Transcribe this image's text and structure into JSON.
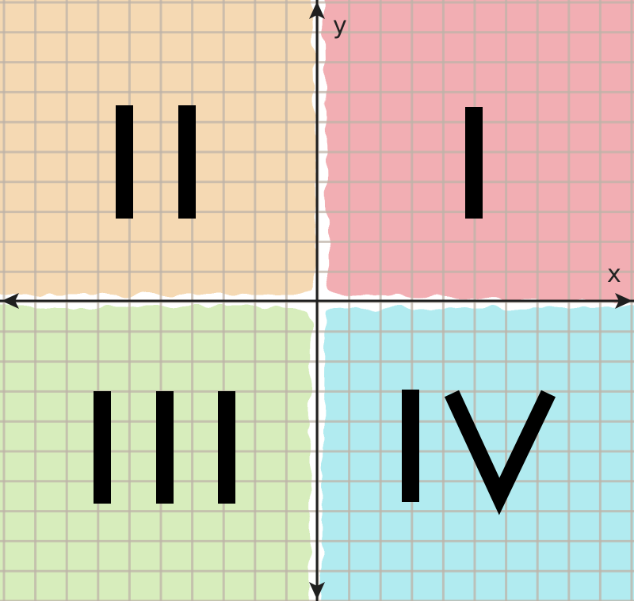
{
  "diagram": {
    "axes": {
      "x_label": "x",
      "y_label": "y"
    },
    "quadrants": [
      {
        "id": "q1",
        "numeral": "I",
        "color": "#ef9aa0"
      },
      {
        "id": "q2",
        "numeral": "II",
        "color": "#f3cfa0"
      },
      {
        "id": "q3",
        "numeral": "III",
        "color": "#cde9ab"
      },
      {
        "id": "q4",
        "numeral": "IV",
        "color": "#9ee6ec"
      }
    ],
    "colors": {
      "background": "#ffffff",
      "grid": "#bdb3a8",
      "axis": "#1f1f1f",
      "numeral": "#000000"
    }
  }
}
